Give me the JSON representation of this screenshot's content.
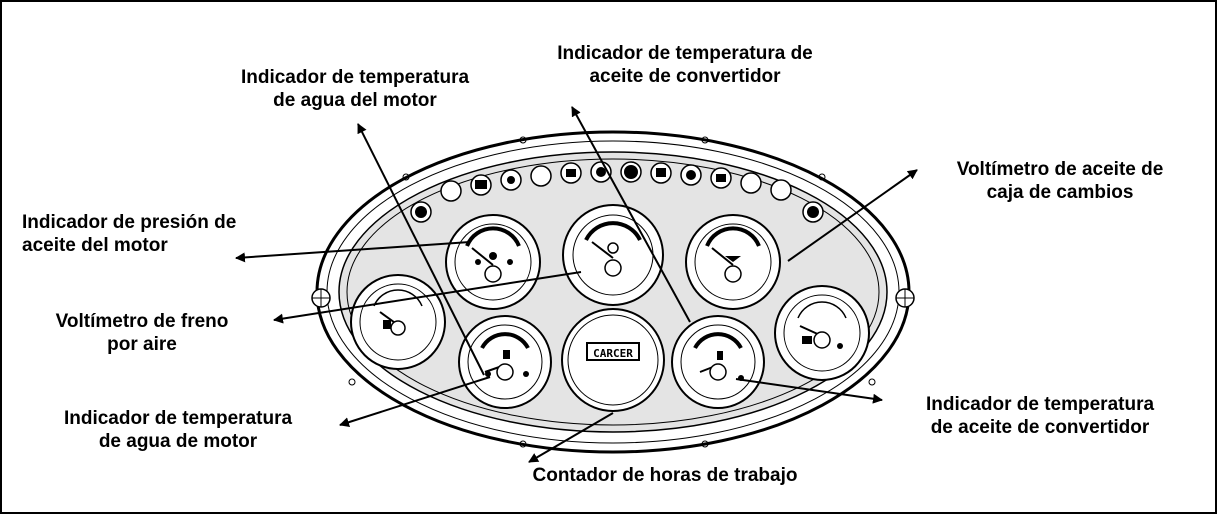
{
  "labels": {
    "water_temp_top": [
      "Indicador de temperatura",
      "de agua del motor"
    ],
    "converter_oil_temp_top": [
      "Indicador de temperatura de",
      "aceite de convertidor"
    ],
    "gearbox_oil_voltmeter": [
      "Voltímetro de aceite de",
      "caja de cambios"
    ],
    "engine_oil_pressure": [
      "Indicador de presión de",
      "aceite del motor"
    ],
    "air_brake_voltmeter": [
      "Voltímetro de freno",
      "por aire"
    ],
    "water_temp_bottom": [
      "Indicador de temperatura",
      "de agua de motor"
    ],
    "hour_meter": [
      "Contador de horas de trabajo"
    ],
    "converter_oil_temp_bottom": [
      "Indicador de temperatura",
      "de aceite de convertidor"
    ]
  },
  "hour_meter_brand": "CARCER"
}
